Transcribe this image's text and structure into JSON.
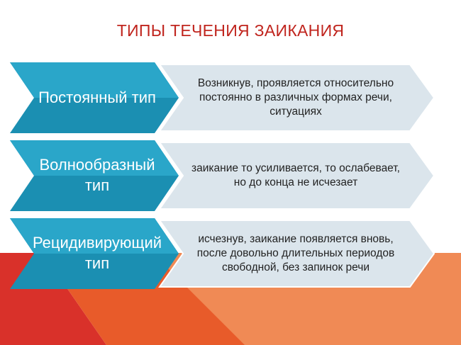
{
  "title": "ТИПЫ ТЕЧЕНИЯ ЗАИКАНИЯ",
  "colors": {
    "title": "#c0251e",
    "chevron_dark": "#1b8fb2",
    "chevron_light": "#2aa6c9",
    "arrow_box": "#dbe5ec",
    "footer_red": "#d9312a",
    "footer_orange": "#e85b2a",
    "footer_peach": "#f08a55"
  },
  "rows": [
    {
      "type_label": "Постоянный тип",
      "description": "Возникнув, проявляется относительно постоянно в различных формах речи, ситуациях"
    },
    {
      "type_label": "Волнообразный тип",
      "description": "заикание то усиливается, то ослабевает, но до конца не исчезает"
    },
    {
      "type_label": "Рецидивирующий тип",
      "description": "исчезнув, заикание появляется вновь, после довольно длительных периодов свободной, без запинок речи"
    }
  ]
}
